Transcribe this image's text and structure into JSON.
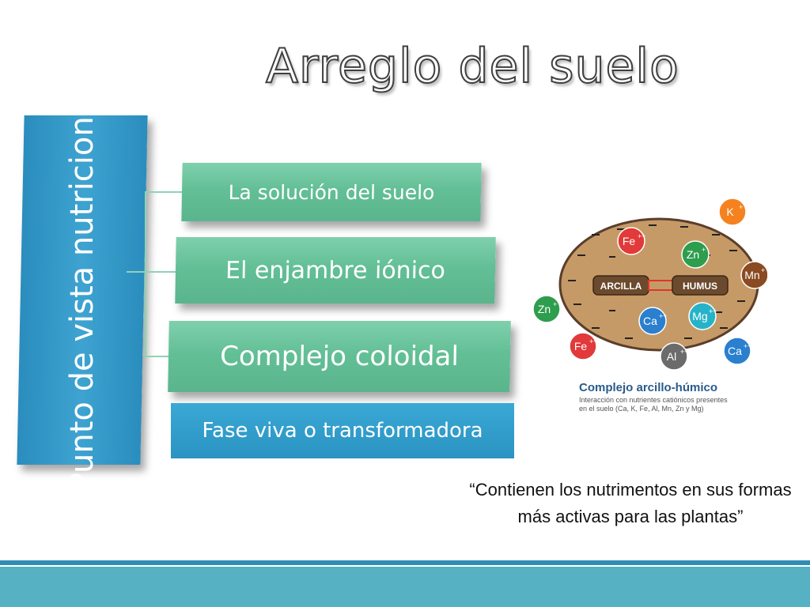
{
  "title": "Arreglo del suelo",
  "vertical_label": "Punto de vista nutricional",
  "branches": [
    {
      "label": "La solución del suelo"
    },
    {
      "label": "El enjambre iónico"
    },
    {
      "label": "Complejo coloidal"
    },
    {
      "label": "Fase viva o transformadora"
    }
  ],
  "diagram": {
    "clay_label": "ARCILLA",
    "humus_label": "HUMUS",
    "caption_title": "Complejo arcillo-húmico",
    "caption_line1": "Interacción con nutrientes catiónicos presentes",
    "caption_line2": "en el suelo (Ca, K, Fe, Al, Mn, Zn y Mg)",
    "ions": [
      {
        "symbol": "K",
        "charge": "+",
        "color": "#f5821f"
      },
      {
        "symbol": "Fe",
        "charge": "++",
        "color": "#e2393a"
      },
      {
        "symbol": "Zn",
        "charge": "+",
        "color": "#2e9d4e"
      },
      {
        "symbol": "Mn",
        "charge": "+",
        "color": "#8a4a22"
      },
      {
        "symbol": "Zn",
        "charge": "+",
        "color": "#2e9d4e"
      },
      {
        "symbol": "Ca",
        "charge": "++",
        "color": "#2a7fcf"
      },
      {
        "symbol": "Mg",
        "charge": "++",
        "color": "#26b3c9"
      },
      {
        "symbol": "Fe",
        "charge": "++",
        "color": "#e2393a"
      },
      {
        "symbol": "Al",
        "charge": "++",
        "color": "#6b6b6b"
      },
      {
        "symbol": "Ca",
        "charge": "++",
        "color": "#2a7fcf"
      }
    ]
  },
  "quote": "“Contienen los nutrimentos en sus formas más activas para las plantas”"
}
